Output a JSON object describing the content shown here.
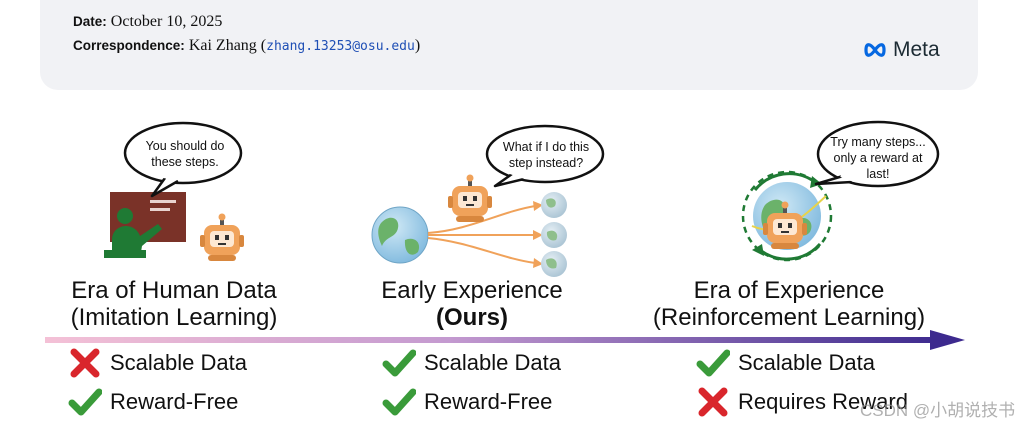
{
  "header": {
    "date_label": "Date:",
    "date_value": "October 10, 2025",
    "corr_label": "Correspondence:",
    "corr_name": "Kai Zhang (",
    "corr_email": "zhang.13253@osu.edu",
    "corr_close": ")",
    "logo_text": "Meta"
  },
  "eras": [
    {
      "title_line1": "Era of Human Data",
      "title_line2": "(Imitation Learning)",
      "bubble": [
        "You should do",
        "these steps."
      ],
      "items": [
        {
          "label": "Scalable Data",
          "status": "cross"
        },
        {
          "label": "Reward-Free",
          "status": "check"
        }
      ]
    },
    {
      "title_line1": "Early Experience",
      "title_line2": "(Ours)",
      "bubble": [
        "What if I do this",
        "step instead?"
      ],
      "items": [
        {
          "label": "Scalable Data",
          "status": "check"
        },
        {
          "label": "Reward-Free",
          "status": "check"
        }
      ]
    },
    {
      "title_line1": "Era of Experience",
      "title_line2": "(Reinforcement Learning)",
      "bubble": [
        "Try many steps...",
        "only a reward at",
        "last!"
      ],
      "items": [
        {
          "label": "Scalable Data",
          "status": "check"
        },
        {
          "label": "Requires Reward",
          "status": "cross"
        }
      ]
    }
  ],
  "colors": {
    "check": "#3a9b3a",
    "cross": "#d9262c",
    "arrow_start": "#f4c1d6",
    "arrow_end": "#3d2a8e",
    "robot": "#f0a25a"
  },
  "watermark": "CSDN @小胡说技书"
}
